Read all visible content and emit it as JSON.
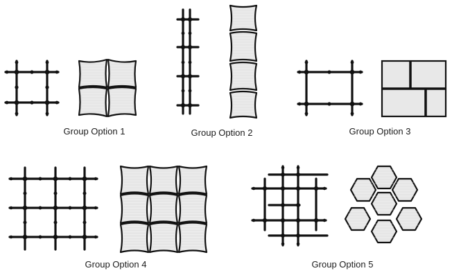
{
  "groups": [
    {
      "id": 1,
      "label": "Group Option 1"
    },
    {
      "id": 2,
      "label": "Group Option 2"
    },
    {
      "id": 3,
      "label": "Group Option 3"
    },
    {
      "id": 4,
      "label": "Group Option 4"
    },
    {
      "id": 5,
      "label": "Group Option 5"
    }
  ]
}
